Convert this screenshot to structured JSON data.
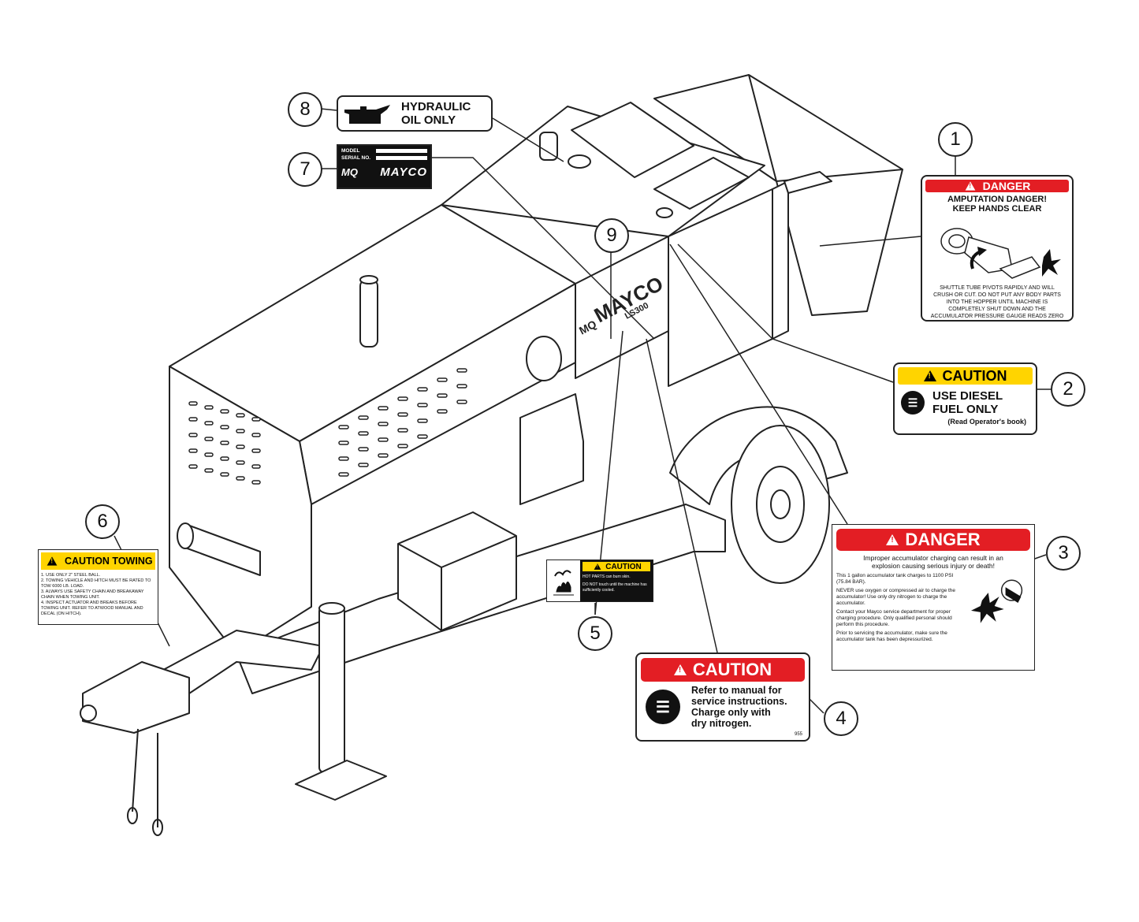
{
  "callouts": [
    "1",
    "2",
    "3",
    "4",
    "5",
    "6",
    "7",
    "8",
    "9"
  ],
  "decal_1": {
    "header": "DANGER",
    "title_line1": "AMPUTATION DANGER!",
    "title_line2": "KEEP HANDS CLEAR",
    "body": "SHUTTLE TUBE PIVOTS RAPIDLY AND WILL CRUSH OR CUT. DO NOT PUT ANY BODY PARTS INTO THE HOPPER UNTIL MACHINE IS COMPLETELY SHUT DOWN AND THE ACCUMULATOR PRESSURE GAUGE READS ZERO"
  },
  "decal_2": {
    "header": "CAUTION",
    "line1": "USE DIESEL",
    "line2": "FUEL ONLY",
    "line3": "(Read Operator's book)"
  },
  "decal_3": {
    "header": "DANGER",
    "intro_a": "Improper accumulator charging can result in an",
    "intro_b": "explosion causing serious injury or death!",
    "p1": "This 1 gallon accumulator tank charges to 1100 PSI (75.84 BAR).",
    "p2": "NEVER use oxygen or compressed air to charge the accumulator! Use only dry nitrogen to charge the accumulator.",
    "p3": "Contact your Mayco service department for proper charging procedure. Only qualified personal should perform this procedure.",
    "p4": "Prior to servicing the accumulator, make sure the accumulator tank has been depressurized."
  },
  "decal_4": {
    "header": "CAUTION",
    "line1": "Refer to manual for",
    "line2": "service instructions.",
    "line3": "Charge only with",
    "line4": "dry nitrogen.",
    "code": "955"
  },
  "decal_5": {
    "header": "CAUTION",
    "line1": "HOT PARTS can burn skin.",
    "line2": "DO NOT touch until the machine has sufficiently cooled."
  },
  "decal_6": {
    "header": "CAUTION TOWING",
    "items": [
      "1. USE ONLY 2\" STEEL BALL.",
      "2. TOWING VEHICLE AND HITCH MUST BE RATED TO TOW 6000 LB. LOAD.",
      "3. ALWAYS USE SAFETY CHAIN AND BREAKAWAY CHAIN WHEN TOWING UNIT.",
      "4. INSPECT ACTUATOR AND BREAKS BEFORE TOWING UNIT. REFER TO ATWOOD MANUAL AND DECAL (ON HITCH)."
    ]
  },
  "decal_7": {
    "model_label": "MODEL",
    "serial_label": "SERIAL NO.",
    "mq": "MQ",
    "brand": "MAYCO"
  },
  "decal_8": {
    "line1": "HYDRAULIC",
    "line2": "OIL ONLY"
  },
  "machine_text": {
    "brand": "MAYCO",
    "model": "LS300",
    "mq": "MQ"
  },
  "colors": {
    "danger_red": "#e31e24",
    "caution_yellow": "#ffd400",
    "line": "#222222"
  }
}
